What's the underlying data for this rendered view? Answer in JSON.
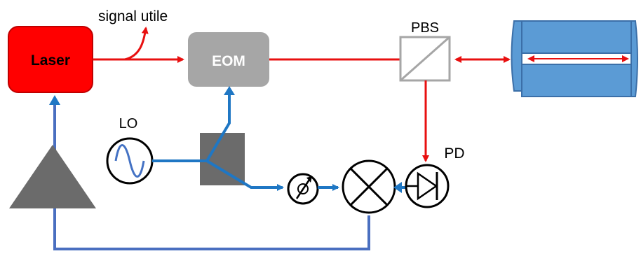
{
  "labels": {
    "laser": "Laser",
    "eom": "EOM",
    "signal": "signal utile",
    "pbs": "PBS",
    "lo": "LO",
    "pd": "PD"
  },
  "colors": {
    "beam": "#e81010",
    "electric": "#1f77c4",
    "feedback": "#4a6fc0",
    "laser_fill": "#ff0000",
    "laser_stroke": "#c00000",
    "eom_fill": "#a6a6a6",
    "cavity_fill": "#5b9bd5",
    "cavity_stroke": "#3b6fa8",
    "dark_gray": "#6b6b6b",
    "pbs_stroke": "#a6a6a6"
  }
}
